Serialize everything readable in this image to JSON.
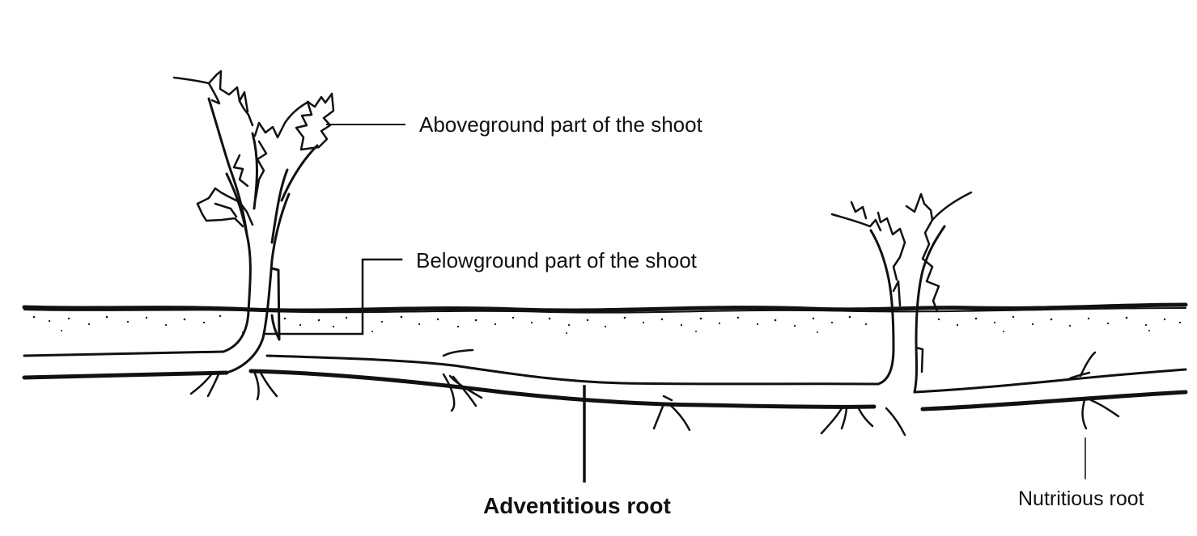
{
  "labels": {
    "aboveground": "Aboveground part of the shoot",
    "belowground": "Belowground part of the shoot",
    "adventitious": "Adventitious root",
    "nutritious": "Nutritious root"
  },
  "colors": {
    "ink": "#111111",
    "background": "#ffffff"
  }
}
